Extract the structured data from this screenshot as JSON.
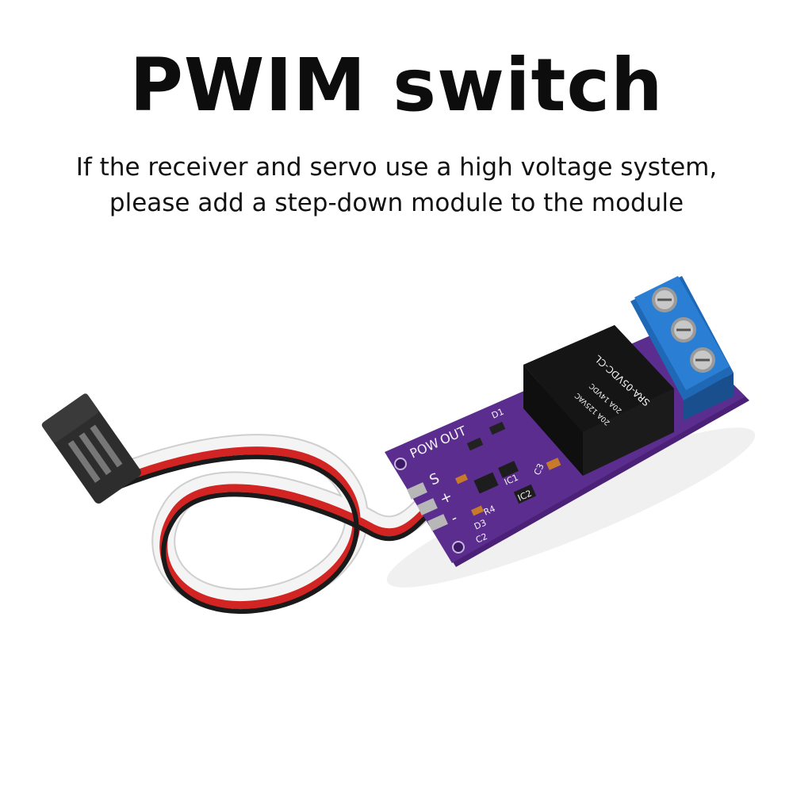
{
  "title": "PWIM switch",
  "subtitle_line1": "If the receiver and servo use a high voltage system,",
  "subtitle_line2": "please add a step-down module to the module",
  "board": {
    "pow_label": "POW",
    "out_label": "OUT",
    "relay_model": "SRA-05VDC-CL",
    "relay_rating_1": "20A 14VDC",
    "relay_rating_2": "20A 125VAC",
    "signal_label": "S",
    "plus_label": "+",
    "minus_label": "-",
    "ic1": "IC1",
    "ic2": "IC2",
    "d3": "D3",
    "c2": "C2",
    "c3": "C3",
    "r4": "R4",
    "d1": "D1"
  },
  "colors": {
    "pcb": "#5b2d8e",
    "terminal": "#2a7fd4",
    "relay": "#151515",
    "wire_red": "#d32424",
    "wire_white": "#f2f2f2",
    "wire_black": "#1a1a1a"
  }
}
